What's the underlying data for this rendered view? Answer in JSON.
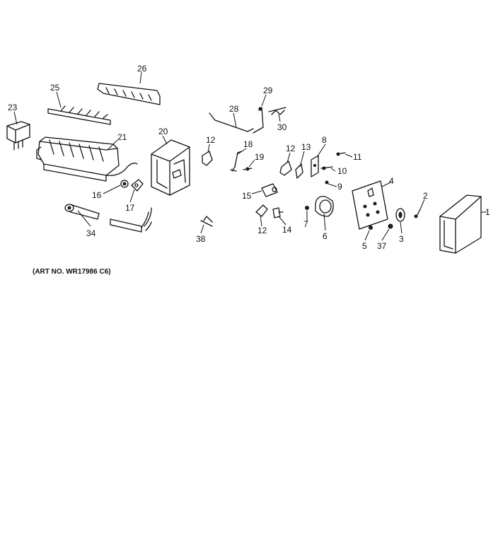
{
  "caption": "(ART NO. WR17986 C6)",
  "callouts": {
    "c1": "1",
    "c2": "2",
    "c3": "3",
    "c4": "4",
    "c5": "5",
    "c6": "6",
    "c7": "7",
    "c8": "8",
    "c9": "9",
    "c10": "10",
    "c11": "11",
    "c12a": "12",
    "c12b": "12",
    "c12c": "12",
    "c13": "13",
    "c14": "14",
    "c15": "15",
    "c16": "16",
    "c17": "17",
    "c18": "18",
    "c19": "19",
    "c20": "20",
    "c21": "21",
    "c23": "23",
    "c25": "25",
    "c26": "26",
    "c28": "28",
    "c29": "29",
    "c30": "30",
    "c34": "34",
    "c37": "37",
    "c38": "38"
  }
}
